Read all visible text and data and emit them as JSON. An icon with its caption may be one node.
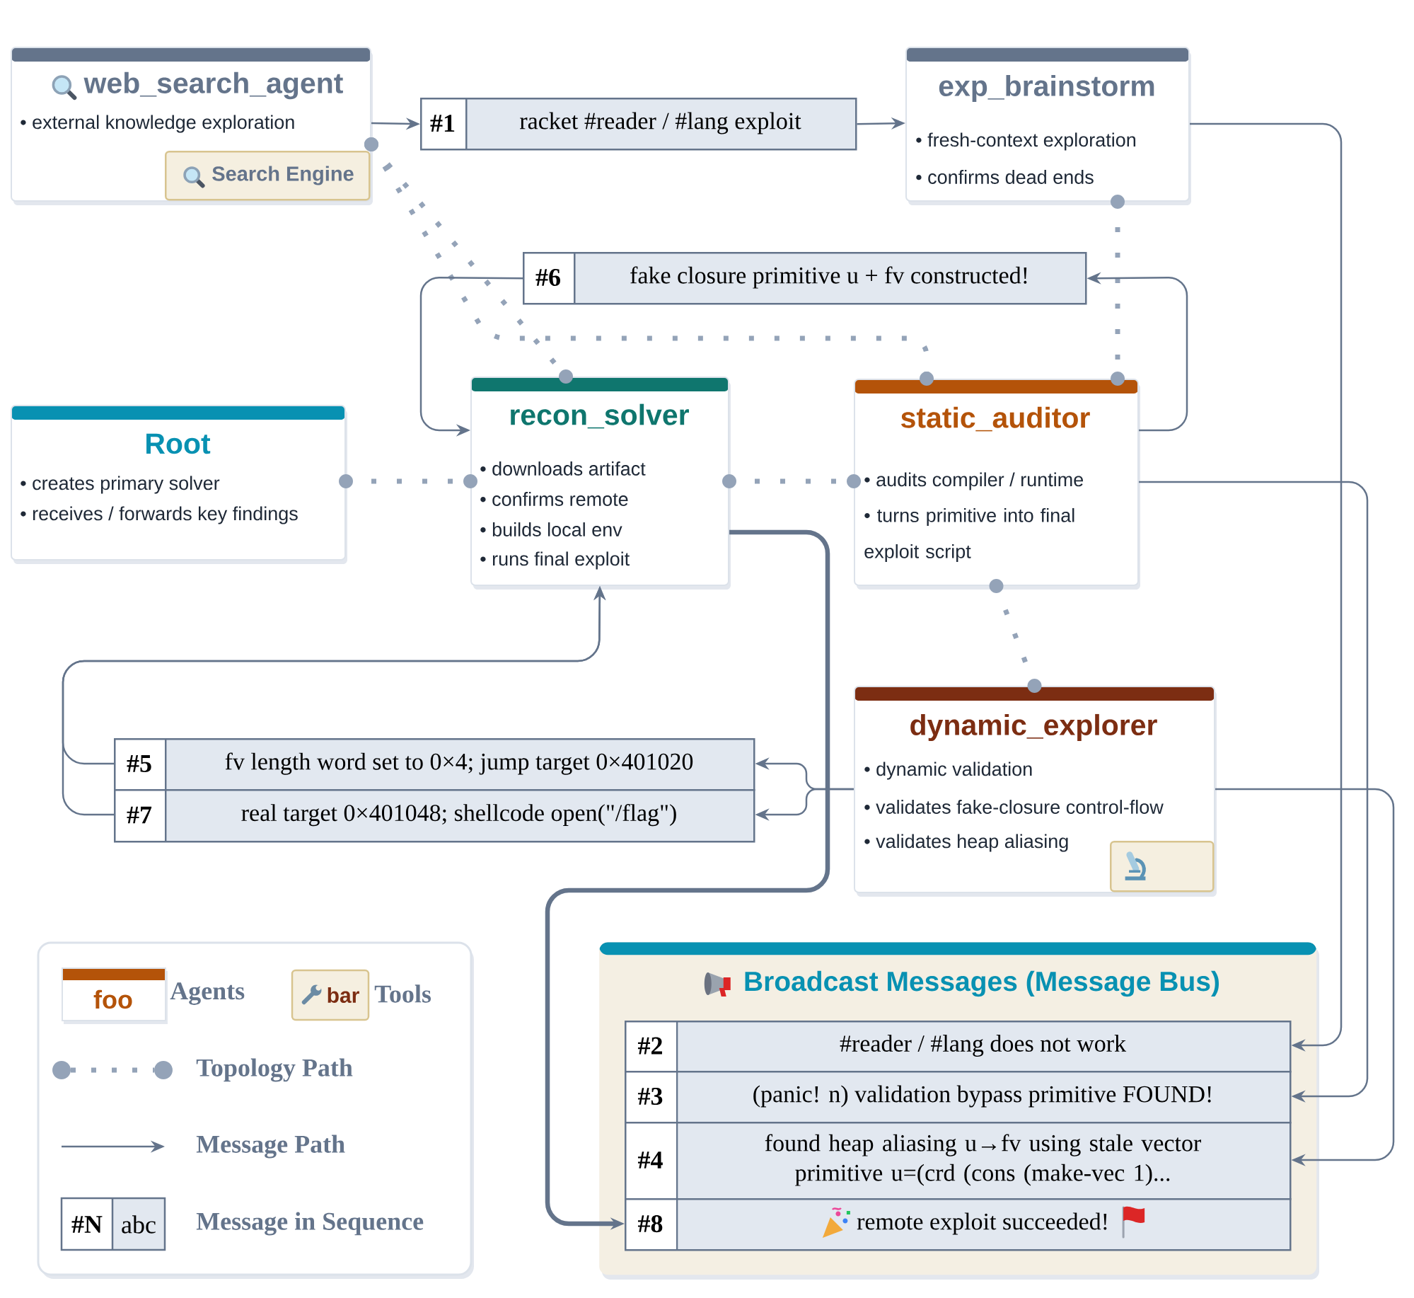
{
  "diagram": {
    "nodes": [
      {
        "text": [
          "web_search_agent",
          "• external knowledge exploration"
        ]
      },
      {
        "text": [
          "Search Engine"
        ],
        "in": 0
      },
      {
        "text": [
          "#1",
          "racket #reader / #lang exploit"
        ]
      },
      {
        "text": [
          "exp_brainstorm",
          "• fresh-context exploration",
          "• confirms dead ends"
        ]
      },
      {
        "text": [
          "#6",
          "fake closure primitive u + fv constructed!"
        ]
      },
      {
        "text": [
          "Root",
          "• creates primary solver",
          "• receives / forwards key findings"
        ]
      },
      {
        "text": [
          "recon_solver",
          "• downloads artifact",
          "• confirms remote",
          "• builds local env",
          "• runs final exploit"
        ]
      },
      {
        "text": [
          "static_auditor",
          "• audits compiler / runtime",
          "• turns primitive into final exploit script"
        ]
      },
      {
        "text": [
          "#5",
          "fv length word set to 0×4; jump target 0×401020"
        ]
      },
      {
        "text": [
          "#7",
          "real target 0×401048; shellcode open(\"/flag\")"
        ]
      },
      {
        "text": [
          "dynamic_explorer",
          "• dynamic validation",
          "• validates fake-closure control-flow",
          "• validates heap aliasing"
        ]
      },
      {
        "text": [],
        "shape": "box",
        "in": 10
      },
      {
        "text": [
          "Broadcast Messages (Message Bus)"
        ]
      },
      {
        "text": [
          "#2",
          "#reader / #lang does not work"
        ],
        "in": 12
      },
      {
        "text": [
          "#3",
          "(panic! n) validation bypass primitive FOUND!"
        ],
        "in": 12
      },
      {
        "text": [
          "#4",
          "found heap aliasing u→fv using stale vector primitive u=(crd (cons (make-vec 1)..."
        ],
        "in": 12
      },
      {
        "text": [
          "#8",
          "remote exploit succeeded!"
        ],
        "in": 12
      }
    ],
    "edges": [
      {
        "from": 0,
        "to": 2,
        "arrow": "to"
      },
      {
        "from": 2,
        "to": 3,
        "arrow": "to"
      },
      {
        "from": 0,
        "to": 6,
        "arrow": "other",
        "style": "dashed",
        "color": "#94a3b8"
      },
      {
        "from": 0,
        "to": 7,
        "arrow": "other",
        "style": "dashed",
        "color": "#94a3b8"
      },
      {
        "from": 3,
        "to": 7,
        "arrow": "other",
        "style": "dashed",
        "color": "#94a3b8"
      },
      {
        "from": 3,
        "to": 13,
        "arrow": "to"
      },
      {
        "from": 7,
        "to": 4,
        "arrow": "to"
      },
      {
        "from": 4,
        "to": 6,
        "arrow": "to"
      },
      {
        "from": 5,
        "to": 6,
        "arrow": "other",
        "style": "dashed",
        "color": "#94a3b8"
      },
      {
        "from": 6,
        "to": 7,
        "arrow": "other",
        "style": "dashed",
        "color": "#94a3b8"
      },
      {
        "from": 7,
        "to": 14,
        "arrow": "to"
      },
      {
        "from": 7,
        "to": 10,
        "arrow": "other",
        "style": "dashed",
        "color": "#94a3b8"
      },
      {
        "from": 6,
        "to": 16,
        "arrow": "to",
        "style": "thick"
      },
      {
        "from": 8,
        "to": 6,
        "arrow": "to"
      },
      {
        "from": 9,
        "to": 6,
        "arrow": "to"
      },
      {
        "from": 10,
        "to": 8,
        "arrow": "to"
      },
      {
        "from": 10,
        "to": 9,
        "arrow": "to"
      },
      {
        "from": 10,
        "to": 15,
        "arrow": "to"
      }
    ],
    "labels": [
      "foo",
      "bar",
      "#N",
      "abc"
    ],
    "legend": [
      {
        "text": "Agents"
      },
      {
        "text": "Tools"
      },
      {
        "text": "Topology Path"
      },
      {
        "text": "Message Path"
      },
      {
        "text": "Message in Sequence"
      }
    ]
  }
}
